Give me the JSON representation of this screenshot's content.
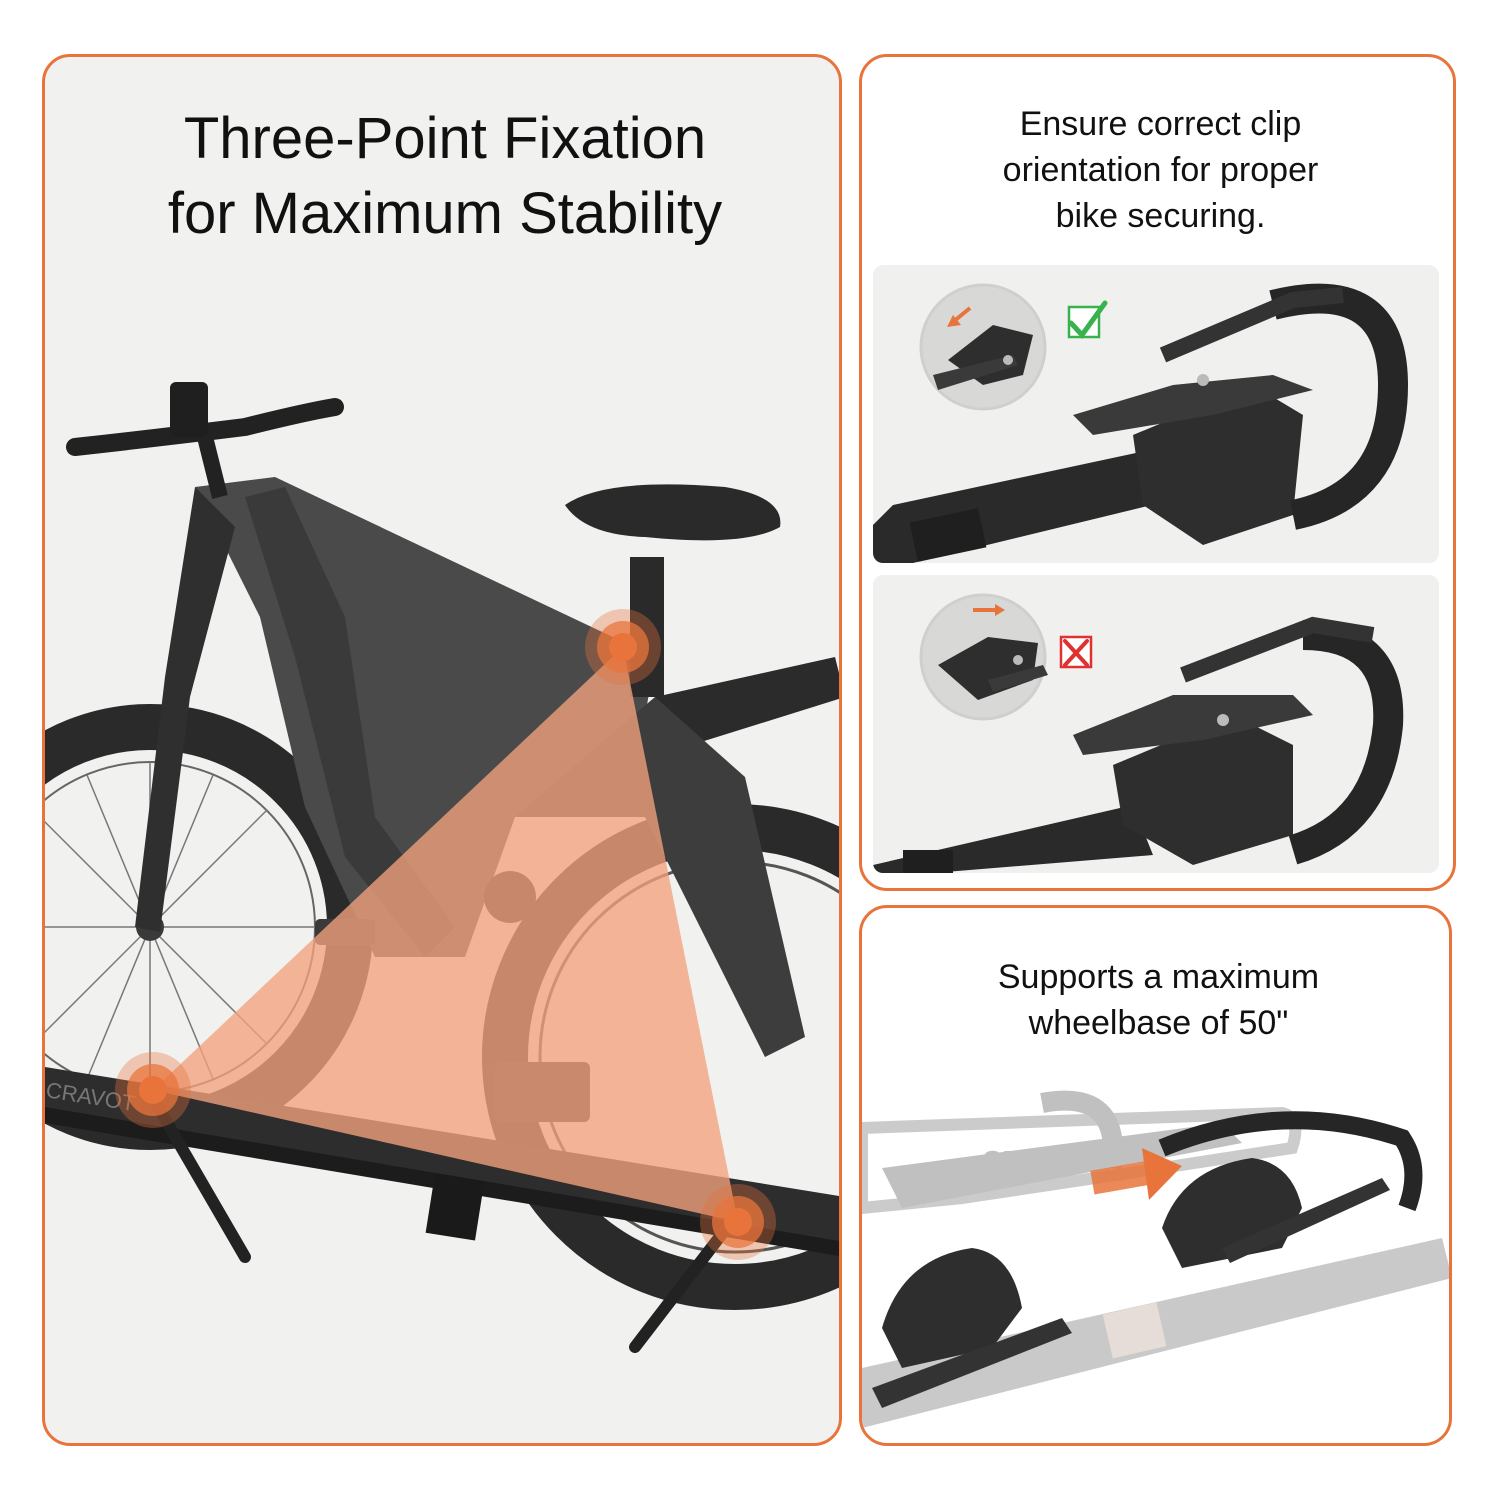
{
  "panels": {
    "left": {
      "title_line1": "Three-Point Fixation",
      "title_line2": "for Maximum Stability"
    },
    "top_right": {
      "title_line1": "Ensure correct clip",
      "title_line2": "orientation for proper",
      "title_line3": "bike securing."
    },
    "bottom_right": {
      "title_line1": "Supports a maximum",
      "title_line2": "wheelbase of 50\""
    }
  },
  "brand_mark": "CRAVOT",
  "icons": {
    "correct": "checkmark-icon",
    "incorrect": "cross-icon",
    "direction": "arrow-icon"
  },
  "colors": {
    "accent": "#e8743c",
    "highlight_fill": "#f2a27c",
    "correct_green": "#37b24d",
    "incorrect_red": "#e03131"
  }
}
